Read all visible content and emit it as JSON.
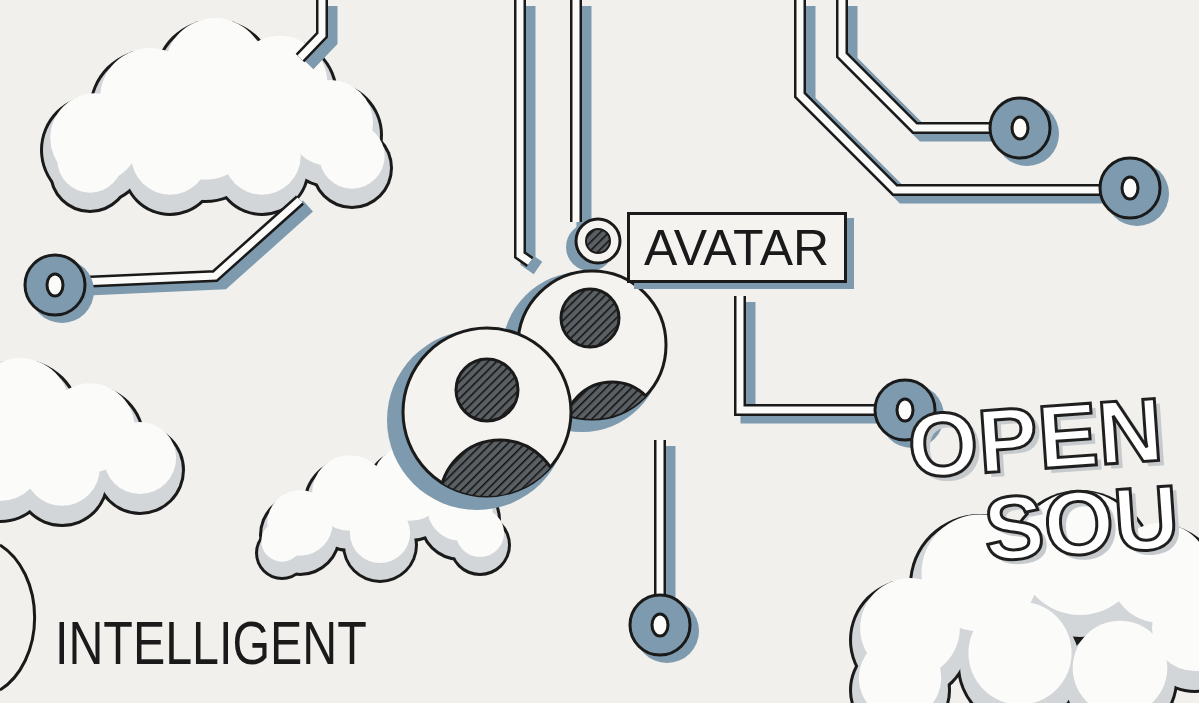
{
  "diagram": {
    "nodes": [
      {
        "text": [
          "AVATAR"
        ]
      },
      {
        "text": [
          "OPEN SOU"
        ]
      }
    ],
    "labels": [
      "INTELLIGENT"
    ]
  }
}
